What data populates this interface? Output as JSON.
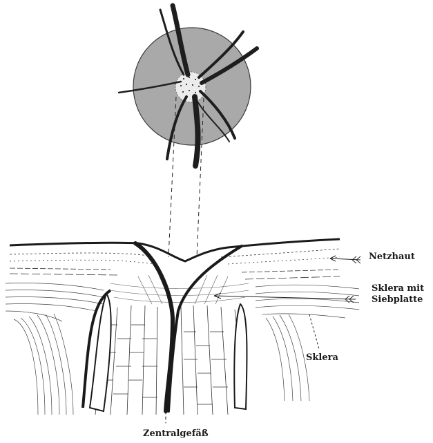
{
  "labels": {
    "netzhaut": "Netzhaut",
    "sklera_siebplatte_line1": "Sklera mit",
    "sklera_siebplatte_line2": "Siebplatte",
    "sklera": "Sklera",
    "zentralgefaess": "Zentralgefäß"
  },
  "colors": {
    "ink": "#1a1a1a",
    "disc_fill": "#a9a9a9",
    "paper": "#ffffff"
  }
}
